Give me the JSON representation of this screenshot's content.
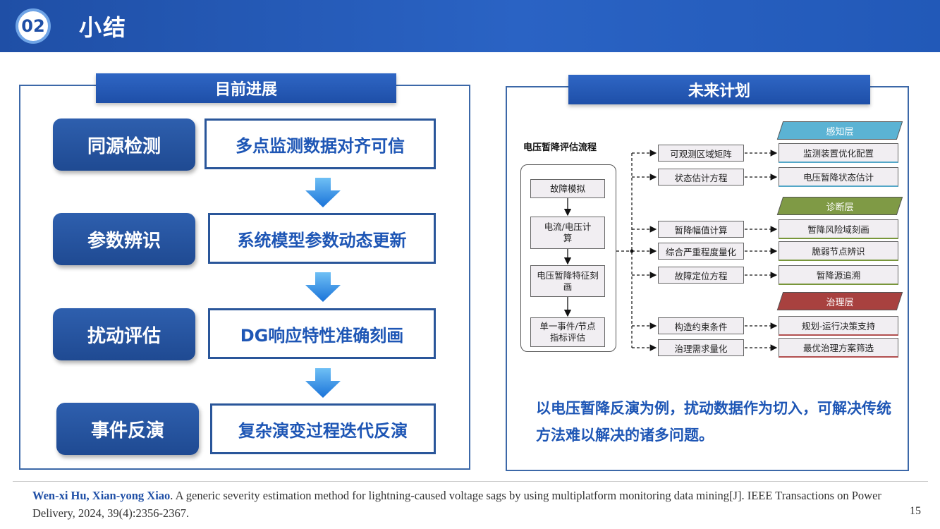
{
  "header": {
    "badge": "02",
    "title": "小结"
  },
  "left_panel": {
    "title": "目前进展",
    "steps": [
      {
        "tag": "同源检测",
        "desc": "多点监测数据对齐可信"
      },
      {
        "tag": "参数辨识",
        "desc": "系统模型参数动态更新"
      },
      {
        "tag": "扰动评估",
        "desc": "DG响应特性准确刻画"
      },
      {
        "tag": "事件反演",
        "desc": "复杂演变过程迭代反演"
      }
    ]
  },
  "right_panel": {
    "title": "未来计划",
    "flow_title": "电压暂降评估流程",
    "flow_nodes": [
      "故障模拟",
      "电流/电压计算",
      "电压暂降特征刻画",
      "单一事件/节点指标评估"
    ],
    "layers": [
      "感知层",
      "诊断层",
      "治理层"
    ],
    "mid_nodes": [
      "可观测区域矩阵",
      "状态估计方程",
      "暂降幅值计算",
      "综合严重程度量化",
      "故障定位方程",
      "构造约束条件",
      "治理需求量化"
    ],
    "right_nodes": [
      "监测装置优化配置",
      "电压暂降状态估计",
      "暂降风险域刻画",
      "脆弱节点辨识",
      "暂降源追溯",
      "规划-运行决策支持",
      "最优治理方案筛选"
    ],
    "conclusion": "以电压暂降反演为例，扰动数据作为切入，可解决传统方法难以解决的诸多问题。"
  },
  "footer": {
    "authors": "Wen-xi Hu, Xian-yong Xiao",
    "citation": ". A generic severity estimation method for lightning-caused voltage sags by using multiplatform monitoring data mining[J]. IEEE Transactions on Power Delivery, 2024, 39(4):2356-2367.",
    "page_number": "15"
  },
  "colors": {
    "primary": "#1f4fa6",
    "accent_text": "#1e56b5",
    "layer_sense": "#5bb3d4",
    "layer_diagnose": "#7f9a45",
    "layer_govern": "#a8413f"
  }
}
